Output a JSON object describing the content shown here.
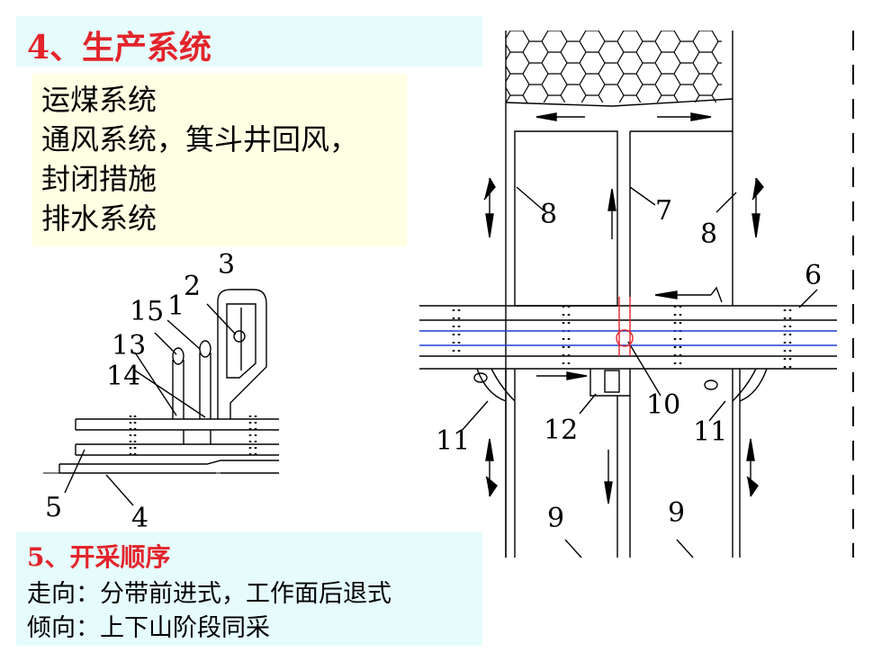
{
  "heading": "4、生产系统",
  "systems": [
    "运煤系统",
    "通风系统，箕斗井回风，",
    "封闭措施",
    "排水系统"
  ],
  "order": {
    "heading": "5、开采顺序",
    "strike": "走向：分带前进式，工作面后退式",
    "dip": "倾向：上下山阶段同采"
  },
  "left_diagram_labels": [
    "3",
    "2",
    "15",
    "1",
    "13",
    "14",
    "5",
    "4"
  ],
  "right_diagram_labels": [
    "8",
    "7",
    "8",
    "6",
    "10",
    "11",
    "12",
    "11",
    "9",
    "9"
  ],
  "colors": {
    "heading_red": "#e3242b",
    "roadway_blue": "#1f3fd8",
    "marker_red": "#e3242b"
  }
}
